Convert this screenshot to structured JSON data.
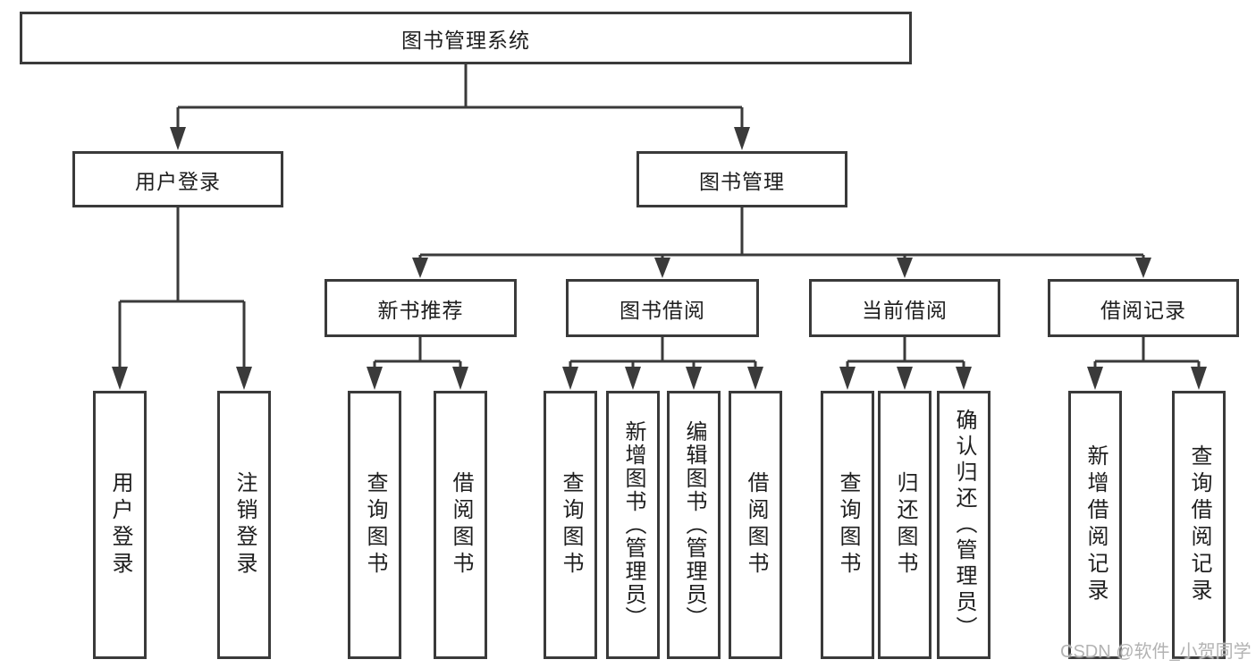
{
  "diagram": {
    "root": {
      "label": "图书管理系统"
    },
    "level2": [
      {
        "label": "用户登录",
        "children": [
          {
            "label": "用户登录"
          },
          {
            "label": "注销登录"
          }
        ]
      },
      {
        "label": "图书管理",
        "groups": [
          {
            "label": "新书推荐",
            "children": [
              {
                "label": "查询图书"
              },
              {
                "label": "借阅图书"
              }
            ]
          },
          {
            "label": "图书借阅",
            "children": [
              {
                "label": "查询图书"
              },
              {
                "label": "新增图书（管理员）"
              },
              {
                "label": "编辑图书（管理员）"
              },
              {
                "label": "借阅图书"
              }
            ]
          },
          {
            "label": "当前借阅",
            "children": [
              {
                "label": "查询图书"
              },
              {
                "label": "归还图书"
              },
              {
                "label": "确认归还（管理员）"
              }
            ]
          },
          {
            "label": "借阅记录",
            "children": [
              {
                "label": "新增借阅记录"
              },
              {
                "label": "查询借阅记录"
              }
            ]
          }
        ]
      }
    ]
  },
  "watermark": {
    "text": "CSDN @软件_小贺同学"
  },
  "colors": {
    "line": "#3a3a3a",
    "text": "#1e1e1e",
    "watermark": "#b3b3b3",
    "background": "#ffffff"
  }
}
